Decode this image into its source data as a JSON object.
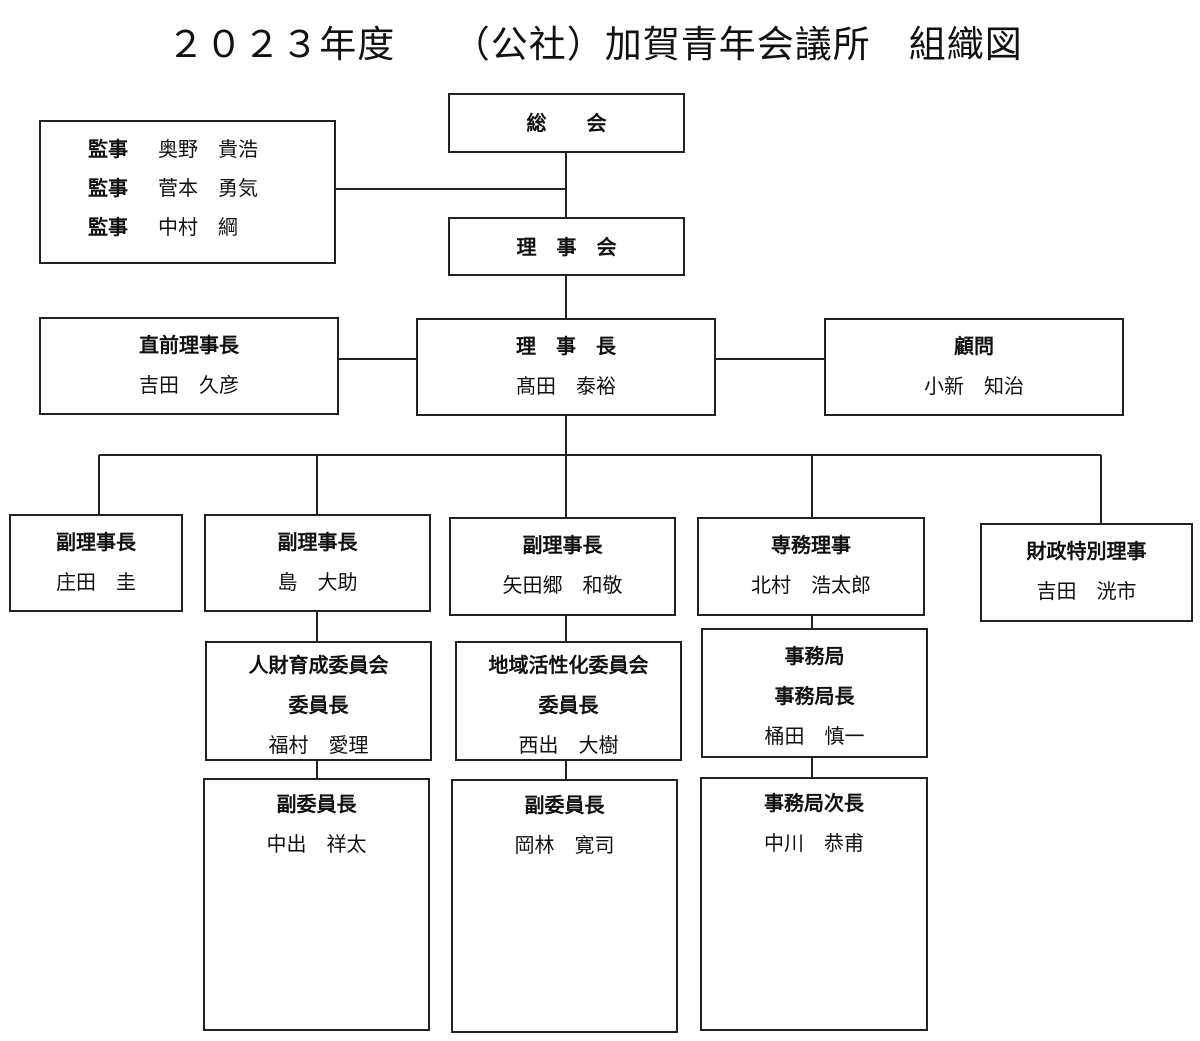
{
  "title": "２０２３年度　　（公社）加賀青年会議所　組織図",
  "general_assembly": "総　　会",
  "auditors": [
    {
      "role": "監事",
      "name": "奥野　貴浩"
    },
    {
      "role": "監事",
      "name": "菅本　勇気"
    },
    {
      "role": "監事",
      "name": "中村　綱"
    }
  ],
  "board": "理　事　会",
  "president": {
    "role": "理　事　長",
    "name": "髙田　泰裕"
  },
  "past_president": {
    "role": "直前理事長",
    "name": "吉田　久彦"
  },
  "advisor": {
    "role": "顧問",
    "name": "小新　知治"
  },
  "vice_presidents": [
    {
      "role": "副理事長",
      "name": "庄田　圭"
    },
    {
      "role": "副理事長",
      "name": "島　大助"
    },
    {
      "role": "副理事長",
      "name": "矢田郷　和敬"
    }
  ],
  "executive_director": {
    "role": "専務理事",
    "name": "北村　浩太郎"
  },
  "finance_director": {
    "role": "財政特別理事",
    "name": "吉田　洸市"
  },
  "committees": [
    {
      "name": "人財育成委員会",
      "chair_role": "委員長",
      "chair_name": "福村　愛理",
      "vice_role": "副委員長",
      "vice_name": "中出　祥太"
    },
    {
      "name": "地域活性化委員会",
      "chair_role": "委員長",
      "chair_name": "西出　大樹",
      "vice_role": "副委員長",
      "vice_name": "岡林　寛司"
    }
  ],
  "secretariat": {
    "name": "事務局",
    "chief_role": "事務局長",
    "chief_name": "桶田　慎一",
    "deputy_role": "事務局次長",
    "deputy_name": "中川　恭甫"
  }
}
